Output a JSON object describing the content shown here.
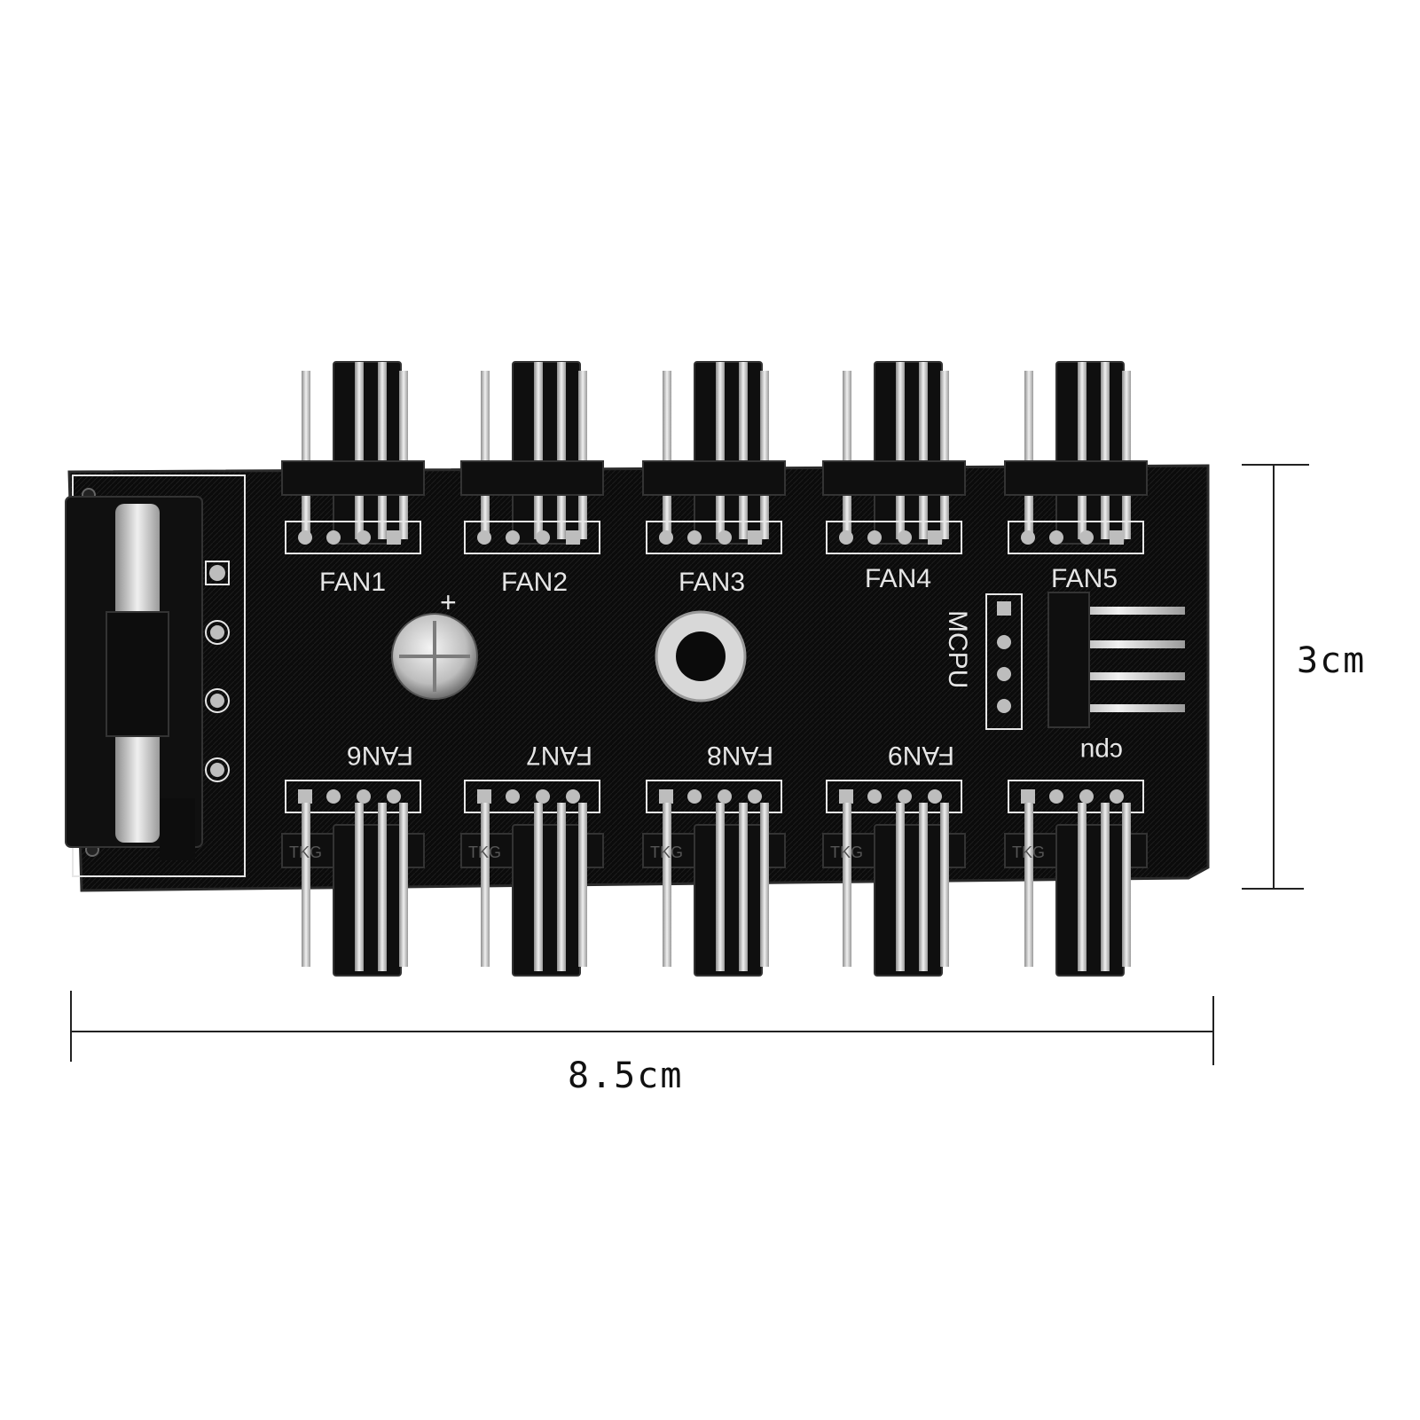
{
  "colors": {
    "pcb": "#0b0b0b",
    "pcb_edge": "#2a2a2a",
    "silkscreen": "#e6e6e6",
    "pin": "#c9c9c9",
    "housing": "#111111",
    "dimension_line": "#222222"
  },
  "dimensions": {
    "width": "8.5cm",
    "height": "3cm"
  },
  "board": {
    "top_headers": [
      "FAN1",
      "FAN2",
      "FAN3",
      "FAN4",
      "FAN5"
    ],
    "bottom_headers": [
      "FAN6",
      "FAN7",
      "FAN8",
      "FAN9",
      "cpu"
    ],
    "side_header": "MCPU",
    "capacitor_polarity": "+",
    "header_marking": "TKG"
  }
}
